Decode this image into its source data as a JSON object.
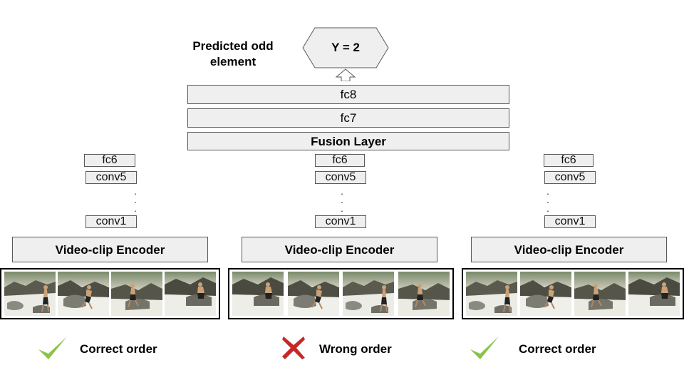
{
  "prediction": {
    "label_line1": "Predicted odd",
    "label_line2": "element",
    "output": "Y = 2"
  },
  "top_layers": {
    "fc8": "fc8",
    "fc7": "fc7",
    "fusion": "Fusion Layer"
  },
  "columns": [
    {
      "fc6": "fc6",
      "conv5": "conv5",
      "dots": ".\n.\n.",
      "conv1": "conv1",
      "encoder": "Video-clip Encoder",
      "status": "Correct order",
      "status_icon": "check-mark-icon",
      "status_color": "#8bc34a"
    },
    {
      "fc6": "fc6",
      "conv5": "conv5",
      "dots": ".\n.\n.",
      "conv1": "conv1",
      "encoder": "Video-clip Encoder",
      "status": "Wrong order",
      "status_icon": "cross-mark-icon",
      "status_color": "#c62828"
    },
    {
      "fc6": "fc6",
      "conv5": "conv5",
      "dots": ".\n.\n.",
      "conv1": "conv1",
      "encoder": "Video-clip Encoder",
      "status": "Correct order",
      "status_icon": "check-mark-icon",
      "status_color": "#8bc34a"
    }
  ]
}
